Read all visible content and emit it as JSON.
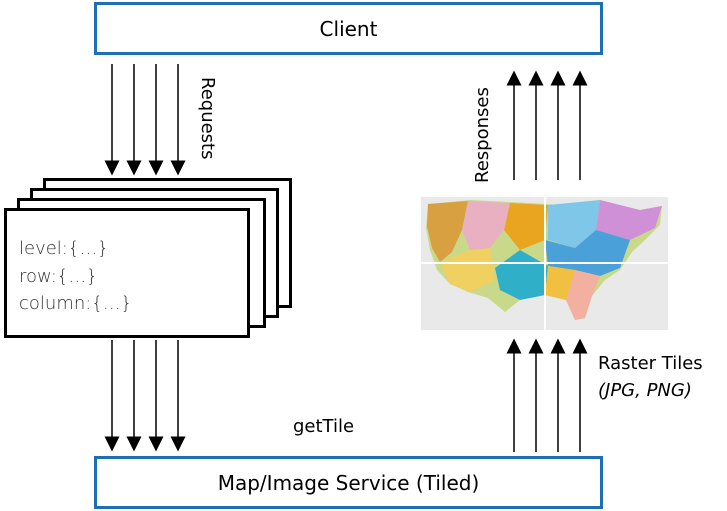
{
  "client": {
    "label": "Client"
  },
  "service": {
    "label": "Map/Image Service (Tiled)"
  },
  "request_card": {
    "fields": [
      "level:{…}",
      "row:{…}",
      "column:{…}"
    ]
  },
  "labels": {
    "requests": "Requests",
    "responses": "Responses",
    "get_tile": "getTile",
    "raster_tiles": "Raster Tiles",
    "formats": "(JPG, PNG)"
  },
  "colors": {
    "box_border": "#1f6fb5",
    "tile_background": "#e9e9e9"
  },
  "icons": {
    "tile_map": "us-geology-map-tiles-icon"
  }
}
